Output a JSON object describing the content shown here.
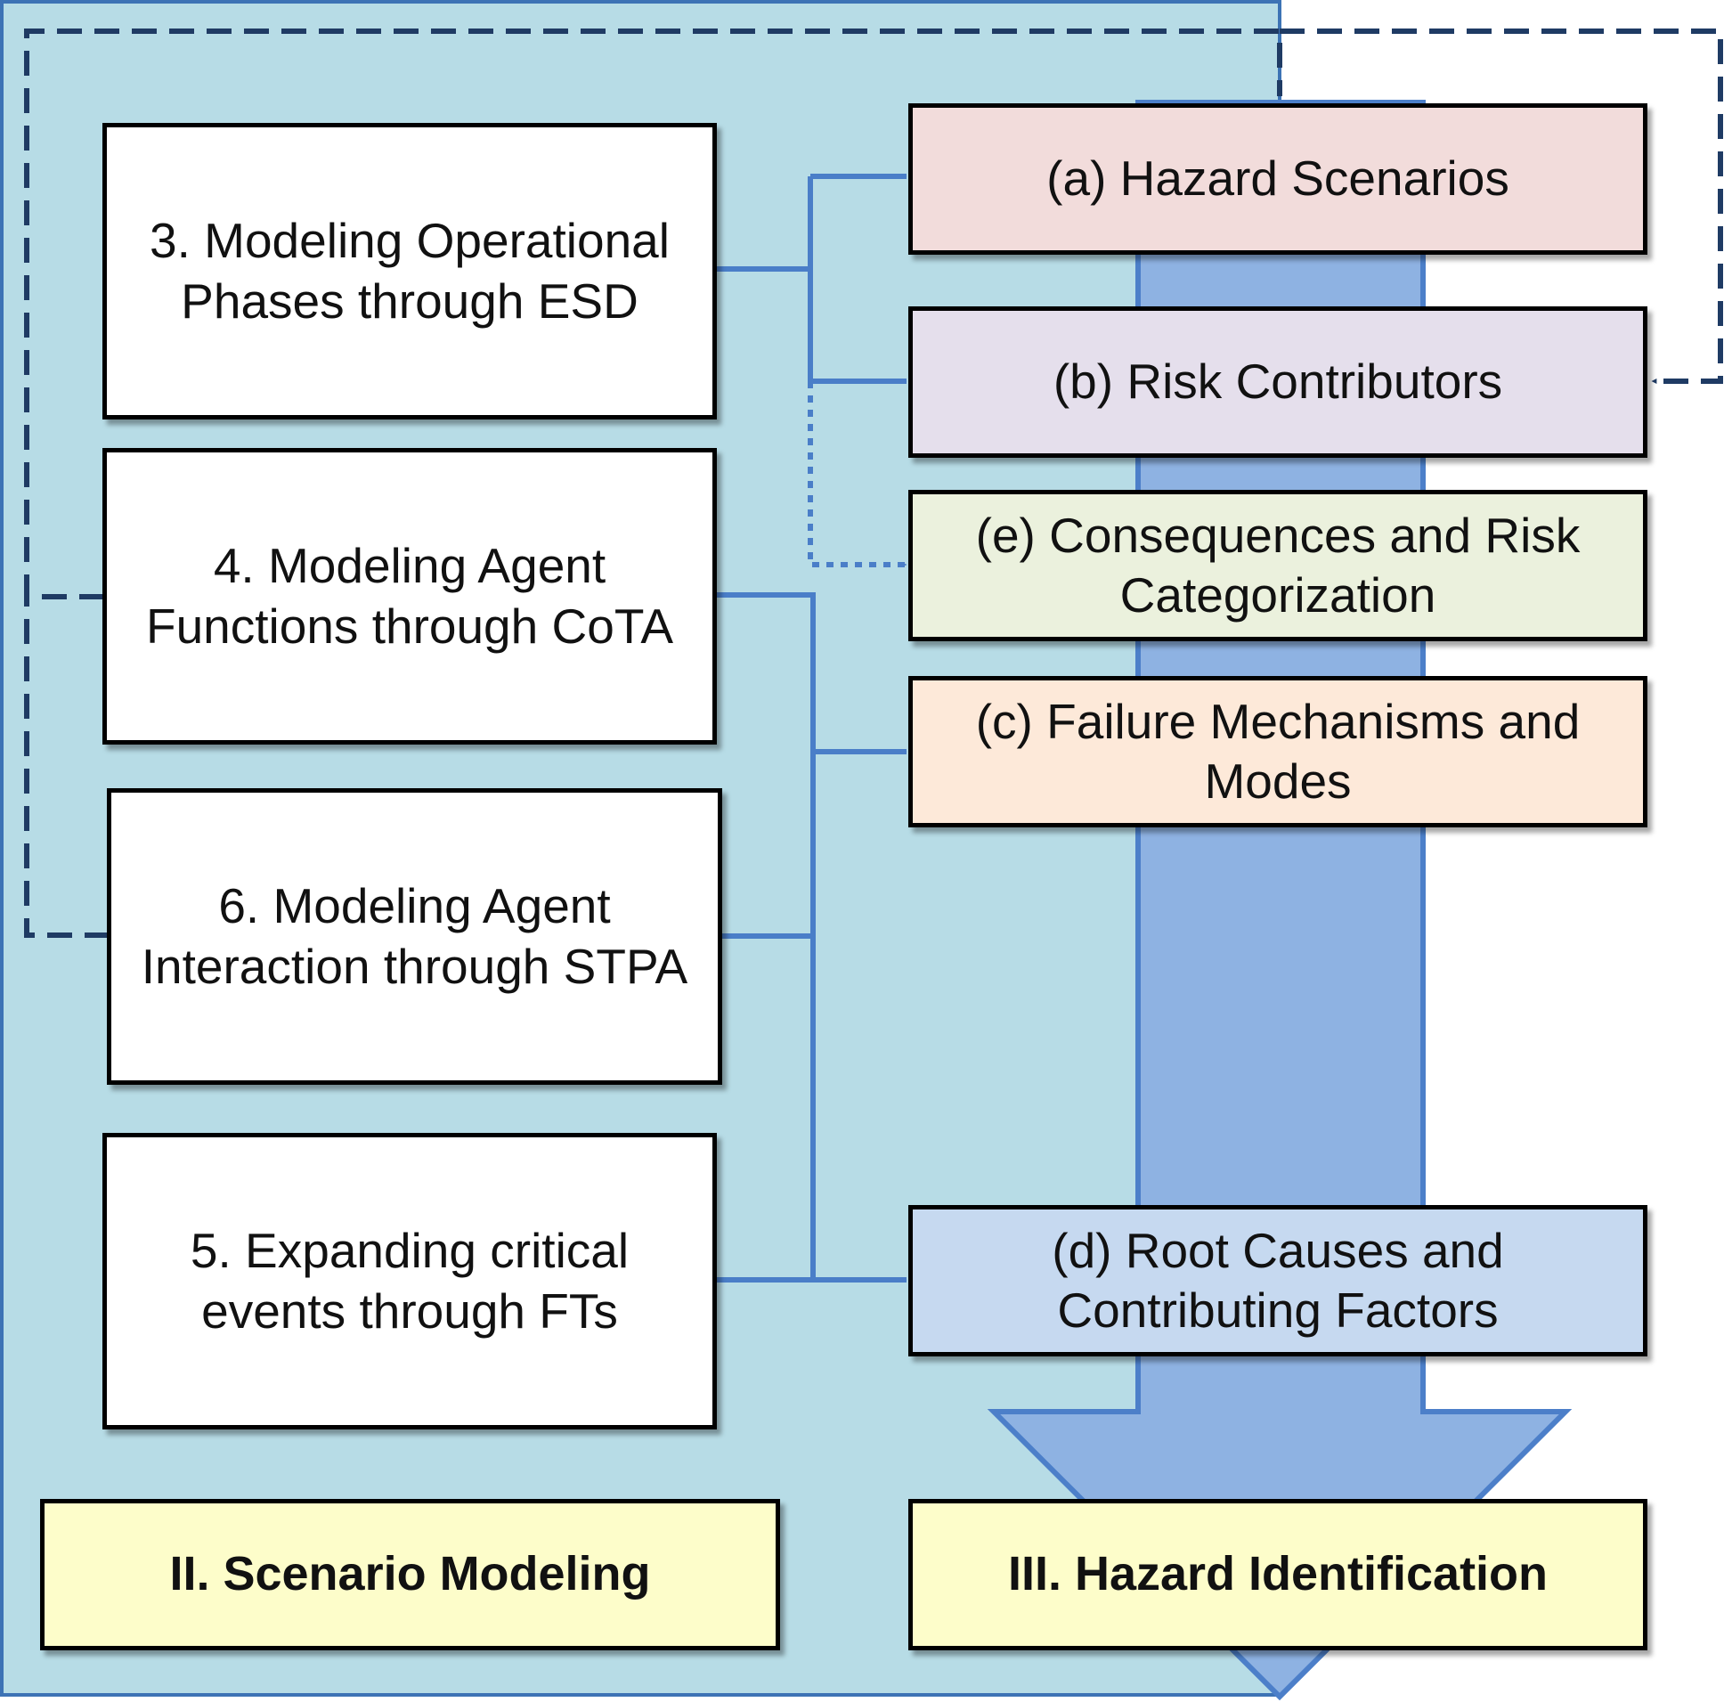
{
  "colors": {
    "background_panel": "#b7dce6",
    "panel_border": "#3d73b5",
    "flow_arrow_fill": "#8eb2e2",
    "flow_arrow_stroke": "#4c7fc9",
    "connector": "#4a7ec8",
    "dashed_feedback": "#1f3b64",
    "hazard_scenarios": "#f2dcdb",
    "risk_contributors": "#e5dfec",
    "consequences": "#ebf1dd",
    "failure_mechanisms": "#fde9d9",
    "root_causes": "#c6d9f0",
    "phase_label": "#fdfdca"
  },
  "methods": [
    {
      "id": "3",
      "label": "3. Modeling Operational Phases through ESD"
    },
    {
      "id": "4",
      "label": "4. Modeling Agent Functions through CoTA"
    },
    {
      "id": "6",
      "label": "6. Modeling Agent Interaction through STPA"
    },
    {
      "id": "5",
      "label": "5. Expanding critical events through FTs"
    }
  ],
  "hazards": [
    {
      "id": "a",
      "label": "(a) Hazard Scenarios"
    },
    {
      "id": "b",
      "label": "(b) Risk Contributors"
    },
    {
      "id": "e",
      "label": "(e) Consequences and Risk Categorization"
    },
    {
      "id": "c",
      "label": "(c) Failure Mechanisms and Modes"
    },
    {
      "id": "d",
      "label": "(d) Root Causes and Contributing Factors"
    }
  ],
  "phases": {
    "scenario_modeling": "II. Scenario Modeling",
    "hazard_identification": "III. Hazard Identification"
  },
  "connections": [
    {
      "from": "3",
      "to": "a",
      "style": "solid"
    },
    {
      "from": "3",
      "to": "b",
      "style": "solid"
    },
    {
      "from": "3",
      "to": "e",
      "style": "dotted"
    },
    {
      "from": "4",
      "to": "c",
      "style": "solid"
    },
    {
      "from": "6",
      "to": "c",
      "style": "solid"
    },
    {
      "from": "5",
      "to": "d",
      "style": "solid"
    },
    {
      "from": "4",
      "to": "a",
      "style": "dashed"
    },
    {
      "from": "6",
      "to": "a",
      "style": "dashed"
    },
    {
      "from": "6",
      "to": "b",
      "style": "dashed"
    }
  ]
}
